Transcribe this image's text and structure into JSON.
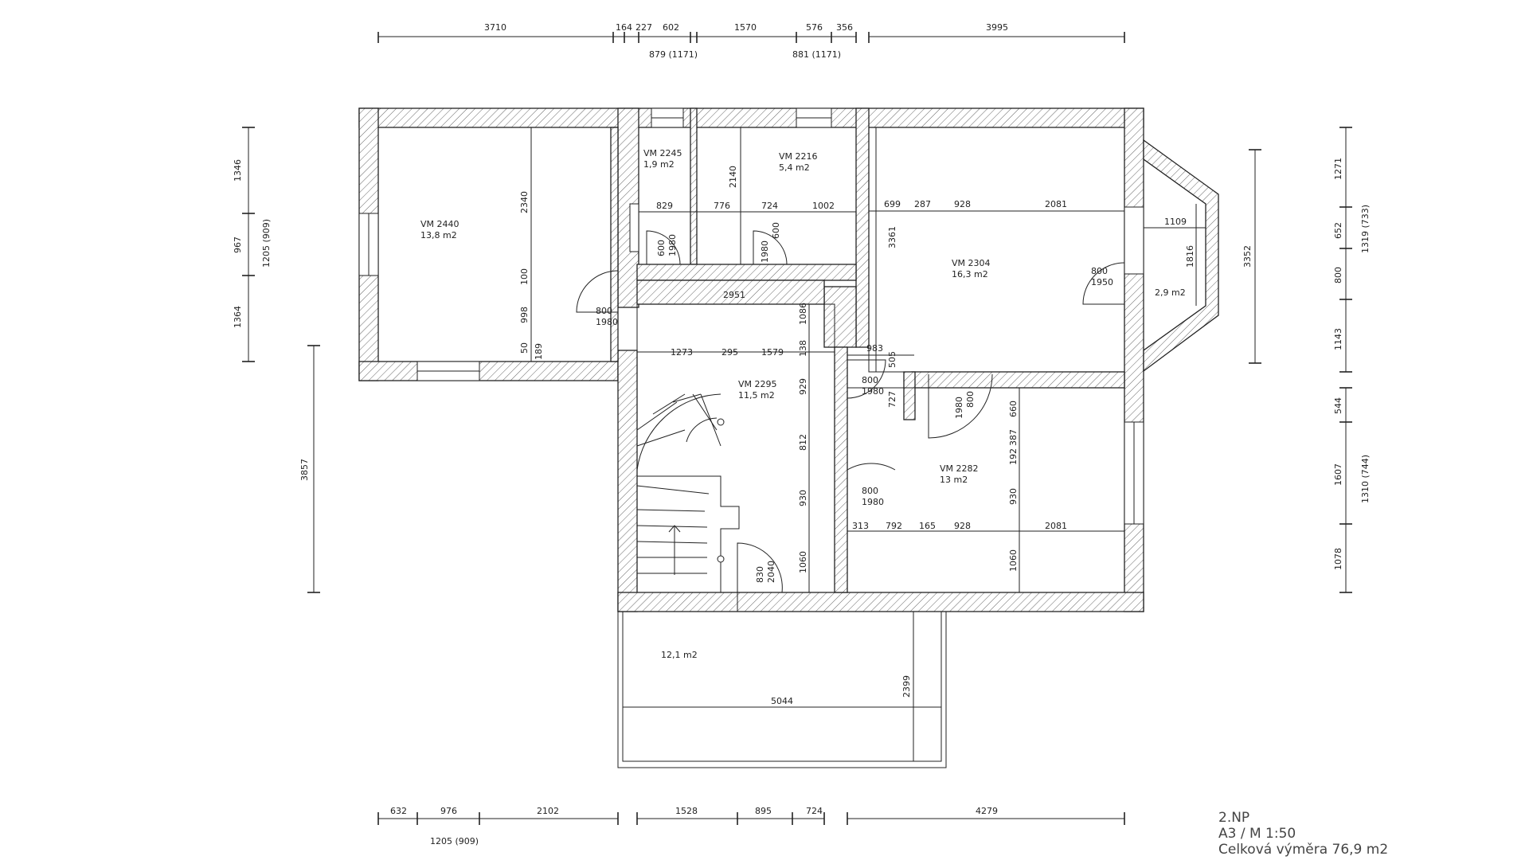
{
  "title_block": {
    "floor": "2.NP",
    "scale": "A3 / M 1:50",
    "total_area": "Celková výměra 76,9 m2"
  },
  "rooms": [
    {
      "id": "VM 2440",
      "area": "13,8 m2"
    },
    {
      "id": "VM 2245",
      "area": "1,9 m2"
    },
    {
      "id": "VM 2216",
      "area": "5,4 m2"
    },
    {
      "id": "VM 2304",
      "area": "16,3 m2"
    },
    {
      "id": "VM 2295",
      "area": "11,5 m2"
    },
    {
      "id": "VM 2282",
      "area": "13 m2"
    },
    {
      "id": "",
      "area": "2,9 m2"
    },
    {
      "id": "",
      "area": "12,1 m2"
    }
  ],
  "dims_top": [
    "3710",
    "164",
    "227",
    "602",
    "1570",
    "576",
    "356",
    "3995"
  ],
  "dims_top_sub": [
    "879 (1171)",
    "881 (1171)"
  ],
  "dims_bottom": [
    "632",
    "976",
    "2102",
    "1528",
    "895",
    "724",
    "4279"
  ],
  "dims_bottom_sub": [
    "1205 (909)"
  ],
  "dims_left": [
    "1346",
    "967",
    "1364",
    "1205 (909)",
    "3857"
  ],
  "dims_right": [
    "1271",
    "652",
    "800",
    "1143",
    "1319 (733)",
    "544",
    "1607",
    "1078",
    "1310 (744)",
    "3352"
  ],
  "dims_inner": [
    "2340",
    "100",
    "998",
    "50",
    "189",
    "829",
    "776",
    "724",
    "1002",
    "2140",
    "600",
    "1980",
    "600",
    "1980",
    "800",
    "1980",
    "2951",
    "1086",
    "1273",
    "295",
    "1579",
    "138",
    "929",
    "812",
    "930",
    "1060",
    "699",
    "287",
    "928",
    "2081",
    "3361",
    "983",
    "505",
    "727",
    "800",
    "1980",
    "1980",
    "800",
    "800",
    "1950",
    "1109",
    "1816",
    "660",
    "192",
    "387",
    "930",
    "1060",
    "800",
    "1980",
    "313",
    "792",
    "165",
    "928",
    "2081",
    "830",
    "2040",
    "5044",
    "2399"
  ]
}
